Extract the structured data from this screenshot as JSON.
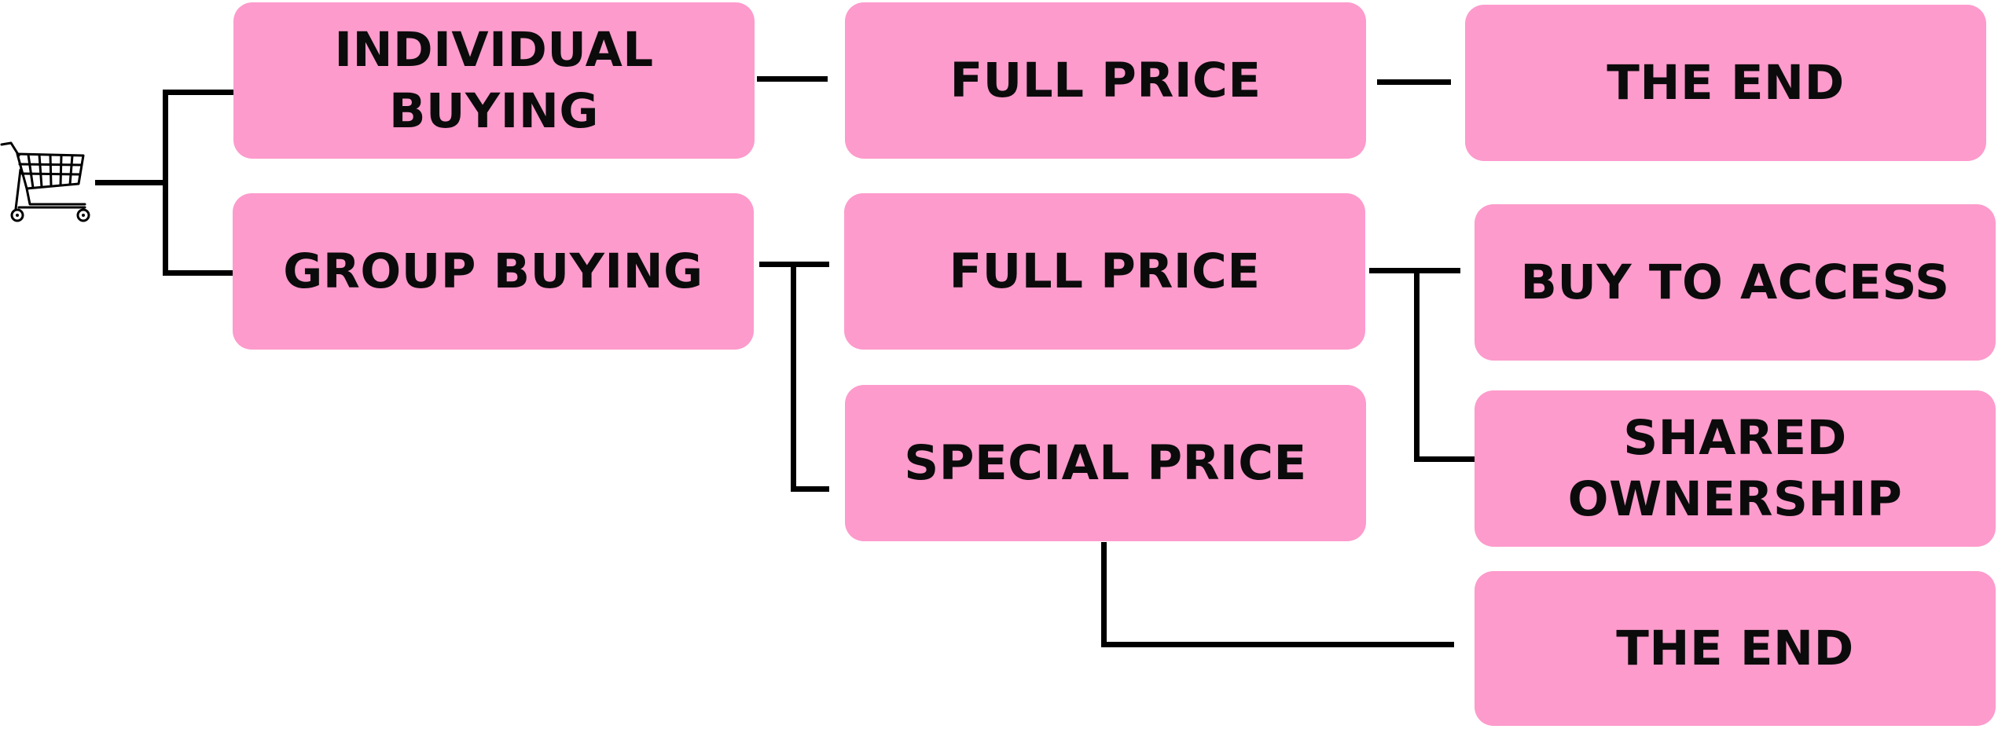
{
  "diagram": {
    "root_icon": "shopping-cart-icon",
    "colors": {
      "box_fill": "#fd9bcc",
      "text": "#0b0b0b",
      "connector": "#000000"
    },
    "level1": {
      "individual_buying": "INDIVIDUAL\nBUYING",
      "group_buying": "GROUP BUYING"
    },
    "level2": {
      "individual_full_price": "FULL PRICE",
      "group_full_price": "FULL PRICE",
      "group_special_price": "SPECIAL PRICE"
    },
    "level3": {
      "individual_the_end": "THE END",
      "buy_to_access": "BUY TO ACCESS",
      "shared_ownership": "SHARED\nOWNERSHIP",
      "special_the_end": "THE END"
    }
  }
}
